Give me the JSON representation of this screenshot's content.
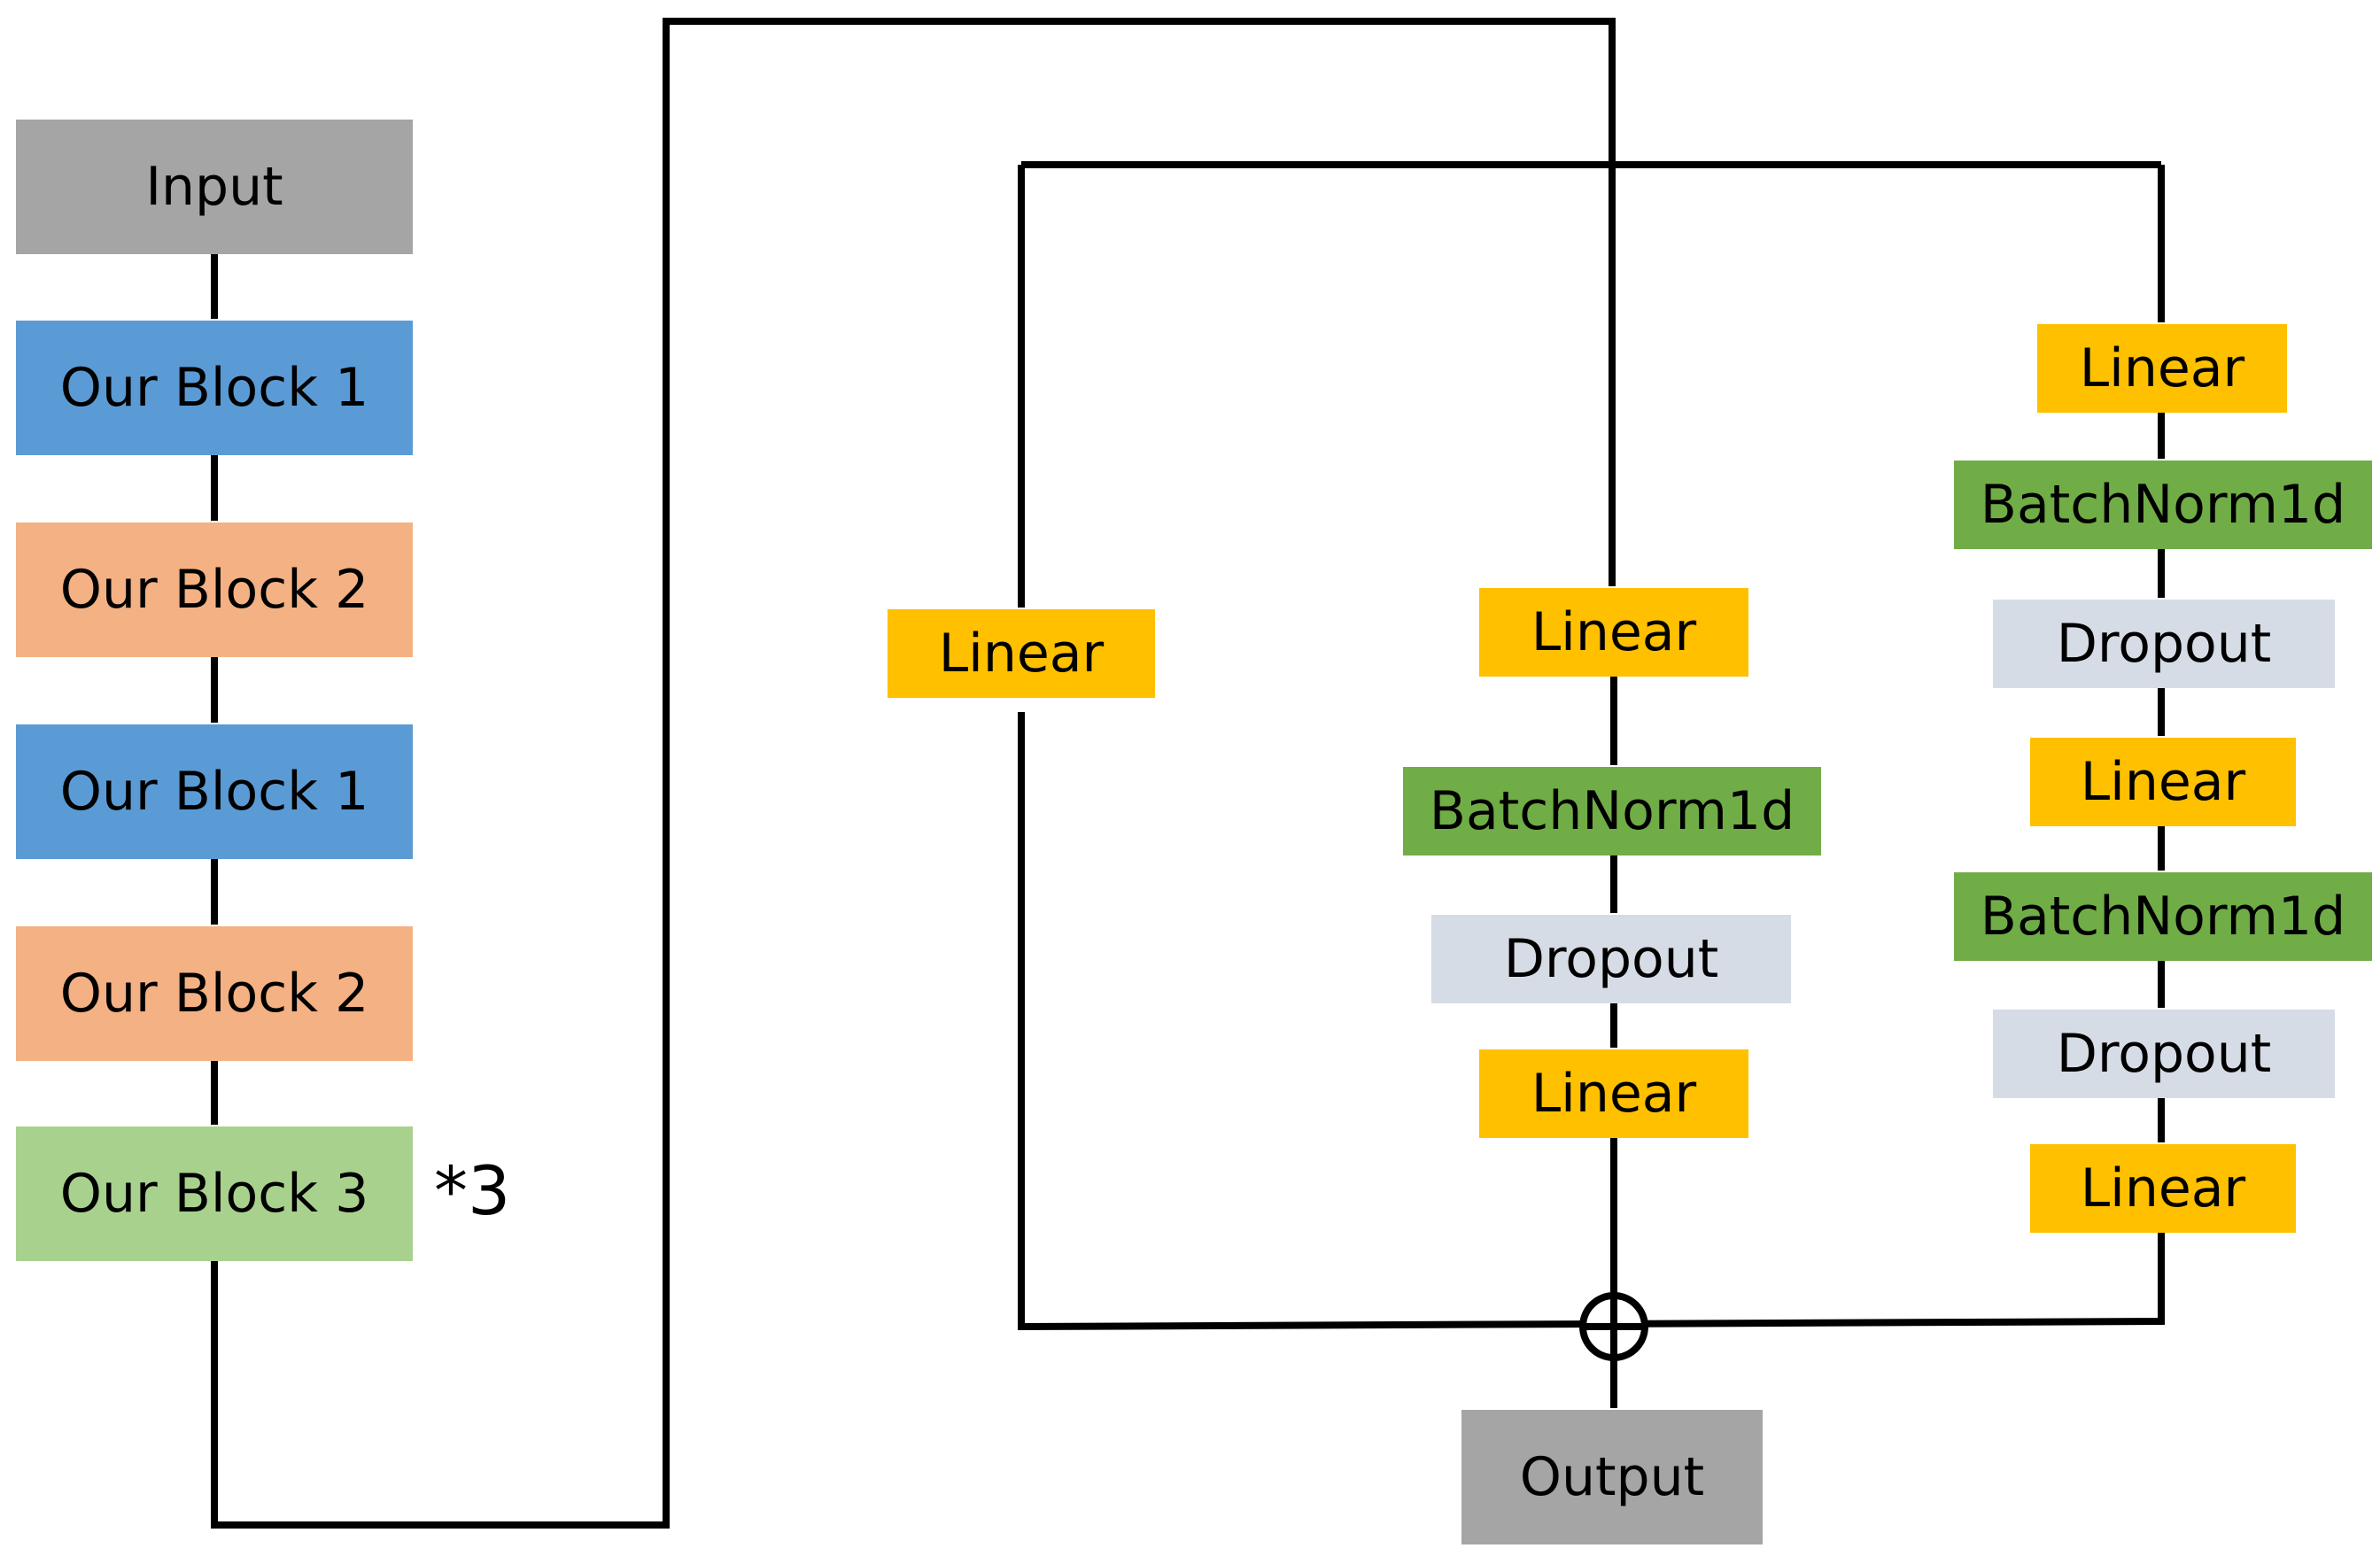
{
  "colors": {
    "io": "#a5a5a5",
    "block1": "#5b9bd5",
    "block2": "#f4b183",
    "block3": "#a9d18e",
    "linear": "#ffc000",
    "batchnorm": "#70ad47",
    "dropout": "#d6dce5",
    "line": "#000000"
  },
  "icons": {
    "sum": "circled-plus-icon"
  },
  "backbone": {
    "input": "Input",
    "blocks": [
      "Our Block 1",
      "Our Block 2",
      "Our Block 1",
      "Our Block 2",
      "Our Block 3"
    ],
    "repeat_note": "*3"
  },
  "skip_branch": {
    "linear": "Linear"
  },
  "middle_branch": {
    "layers": [
      "Linear",
      "BatchNorm1d",
      "Dropout",
      "Linear"
    ]
  },
  "right_branch": {
    "layers": [
      "Linear",
      "BatchNorm1d",
      "Dropout",
      "Linear",
      "BatchNorm1d",
      "Dropout",
      "Linear"
    ]
  },
  "output": "Output"
}
